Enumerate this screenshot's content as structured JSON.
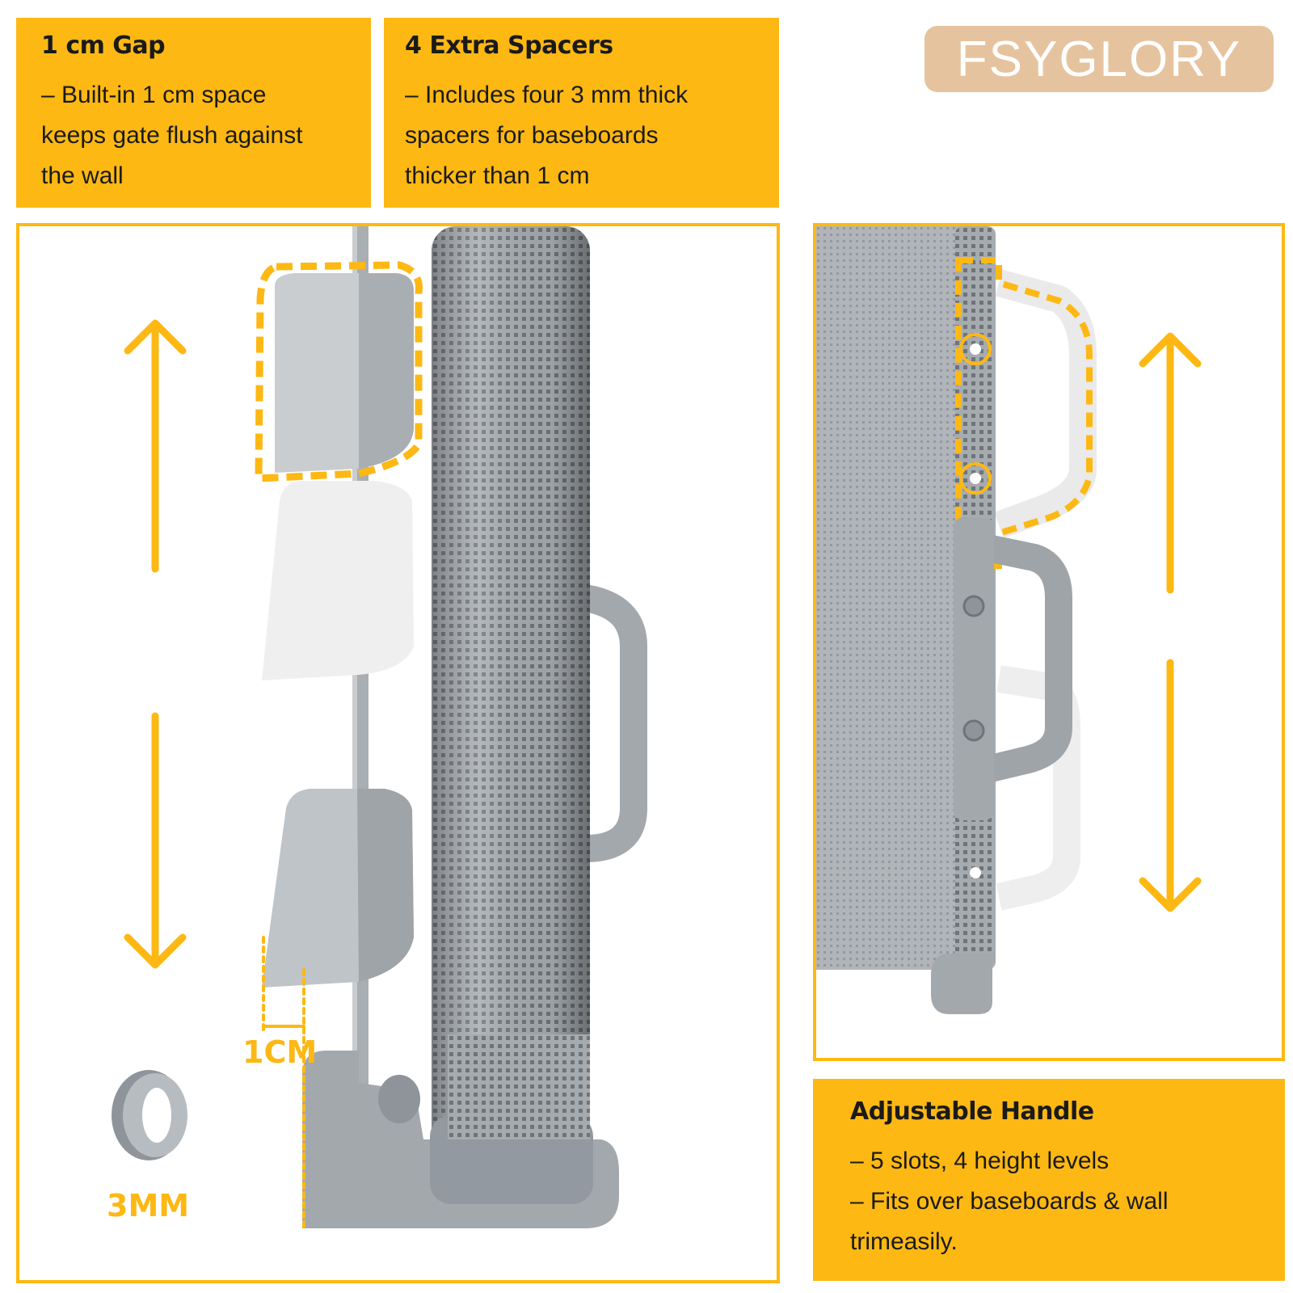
{
  "brand": {
    "name": "FSYGLORY"
  },
  "cards": {
    "gap": {
      "title": "1 cm Gap",
      "body": "– Built-in 1 cm space\nkeeps gate flush against\nthe wall"
    },
    "spacers": {
      "title": "4 Extra Spacers",
      "body": "– Includes four 3 mm thick\nspacers for baseboards\nthicker than 1 cm"
    },
    "handle": {
      "title": "Adjustable Handle",
      "body": "– 5 slots, 4 height levels\n– Fits over baseboards & wall\ntrimeasily."
    }
  },
  "labels": {
    "gap_measure": "1CM",
    "spacer_thickness": "3MM"
  },
  "colors": {
    "accent": "#FDB813",
    "brand_badge": "#E6C39F",
    "product_gray": "#9EA4A8",
    "product_light": "#F2F2F2"
  },
  "icons": [
    "arrow-up-icon",
    "arrow-down-icon",
    "spacer-ring-icon"
  ]
}
